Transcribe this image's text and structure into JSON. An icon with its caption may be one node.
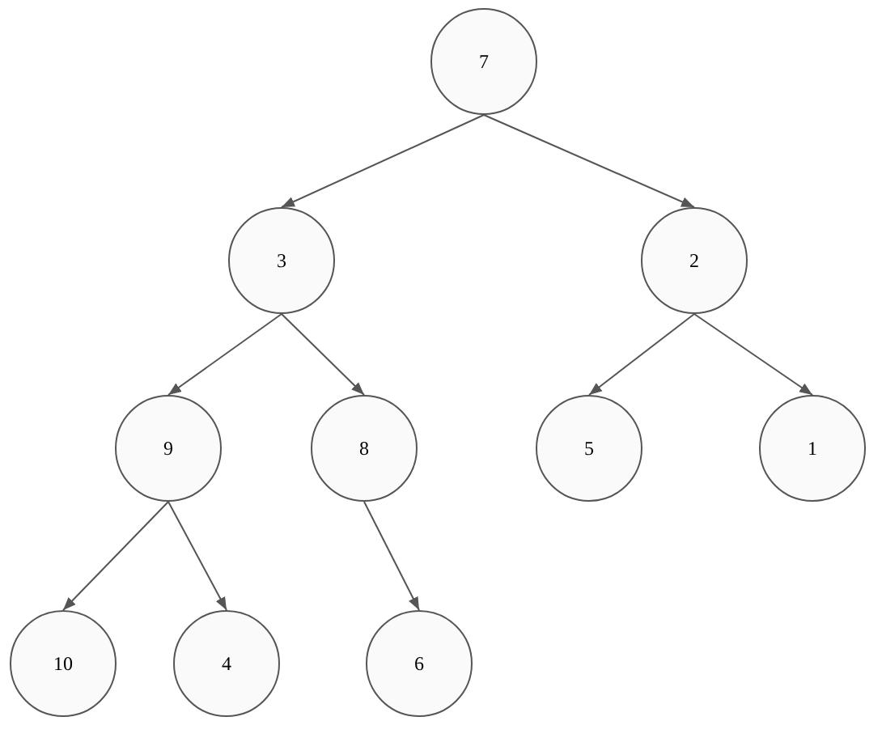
{
  "diagram": {
    "nodes": [
      {
        "text": [
          "7"
        ]
      },
      {
        "text": [
          "3"
        ]
      },
      {
        "text": [
          "2"
        ]
      },
      {
        "text": [
          "9"
        ]
      },
      {
        "text": [
          "8"
        ]
      },
      {
        "text": [
          "5"
        ]
      },
      {
        "text": [
          "1"
        ]
      },
      {
        "text": [
          "10"
        ]
      },
      {
        "text": [
          "4"
        ]
      },
      {
        "text": [
          "6"
        ]
      }
    ],
    "edges": [
      {
        "from": 0,
        "to": 1,
        "arrow": "to"
      },
      {
        "from": 0,
        "to": 2,
        "arrow": "to"
      },
      {
        "from": 1,
        "to": 3,
        "arrow": "to"
      },
      {
        "from": 1,
        "to": 4,
        "arrow": "to"
      },
      {
        "from": 2,
        "to": 5,
        "arrow": "to"
      },
      {
        "from": 2,
        "to": 6,
        "arrow": "to"
      },
      {
        "from": 3,
        "to": 7,
        "arrow": "to"
      },
      {
        "from": 3,
        "to": 8,
        "arrow": "to"
      },
      {
        "from": 4,
        "to": 9,
        "arrow": "to"
      }
    ]
  }
}
